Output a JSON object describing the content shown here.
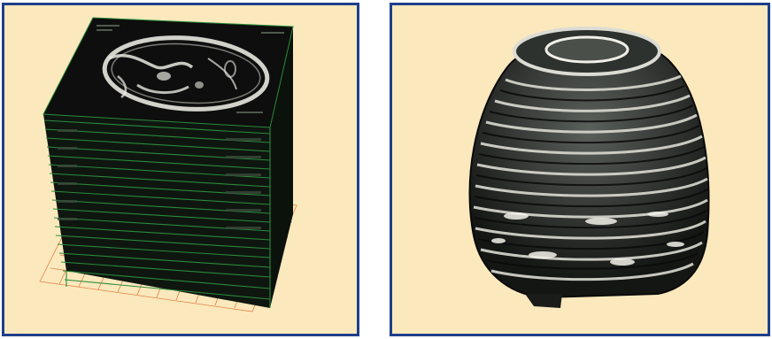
{
  "panels": [
    {
      "id": "left",
      "subject": "stacked-ct-slices",
      "frame_color": "#1e3f8c",
      "background": "#fbe9bd"
    },
    {
      "id": "right",
      "subject": "volume-rendering",
      "frame_color": "#1e3f8c",
      "background": "#fbe9bd"
    }
  ],
  "colors": {
    "slice_fill": "#101510",
    "slice_edge": "#2a8a3a",
    "grid": "#e0733a",
    "bone": "#e8e8e0",
    "volume_dark": "#1a1c1a",
    "volume_mid": "#505550"
  }
}
